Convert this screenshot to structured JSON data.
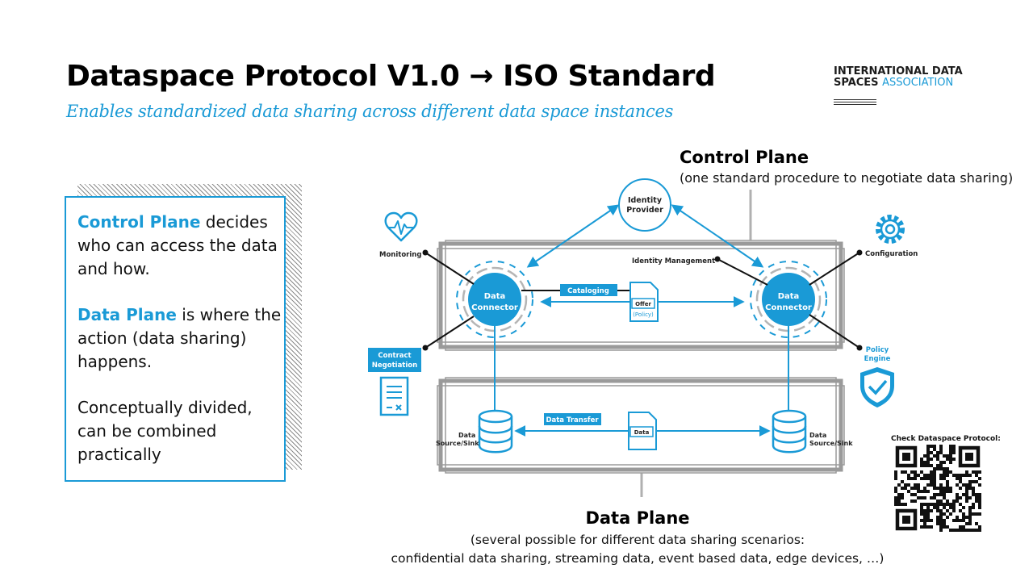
{
  "header": {
    "title": "Dataspace Protocol V1.0 → ISO Standard",
    "subtitle": "Enables standardized data sharing across different data space instances"
  },
  "brand": {
    "line1": "INTERNATIONAL DATA",
    "line2a": "SPACES",
    "line2b": "ASSOCIATION"
  },
  "callout": {
    "p1_highlight": "Control Plane",
    "p1_rest": " decides who can access the data and how.",
    "p2_highlight": "Data Plane",
    "p2_rest": " is where the action (data sharing) happens.",
    "p3": "Conceptually divided, can be combined practically"
  },
  "control_plane": {
    "heading": "Control Plane",
    "description": "(one standard procedure to negotiate data sharing)"
  },
  "data_plane": {
    "heading": "Data Plane",
    "description_line1": "(several possible for different data sharing scenarios:",
    "description_line2": "confidential data sharing, streaming data, event based data, edge devices, …)"
  },
  "diagram": {
    "identity_provider_line1": "Identity",
    "identity_provider_line2": "Provider",
    "monitoring": "Monitoring",
    "identity_management": "Identity Management",
    "configuration": "Configuration",
    "connector_line1": "Data",
    "connector_line2": "Connector",
    "cataloging": "Cataloging",
    "offer": "Offer",
    "policy": "(Policy)",
    "contract_line1": "Contract",
    "contract_line2": "Negotiation",
    "policy_engine_line1": "Policy",
    "policy_engine_line2": "Engine",
    "data_transfer": "Data Transfer",
    "data_doc": "Data",
    "source_line1": "Data",
    "source_line2": "Source/Sink"
  },
  "qr": {
    "label": "Check Dataspace Protocol:"
  },
  "colors": {
    "accent": "#1a9ad6",
    "frame_gray": "#9a9a9a",
    "text": "#111111"
  }
}
